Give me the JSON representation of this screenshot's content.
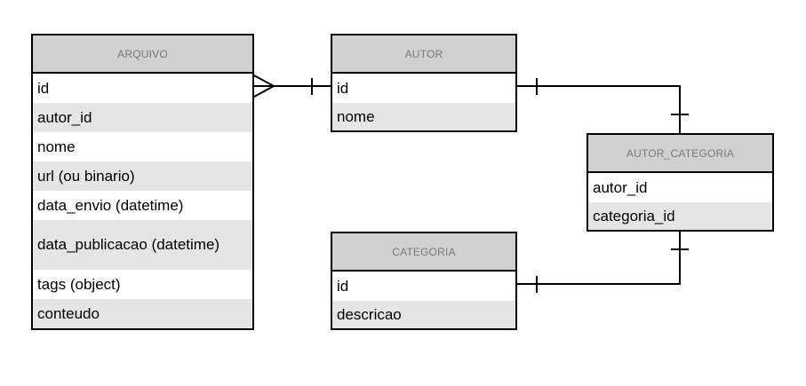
{
  "entities": {
    "arquivo": {
      "title": "ARQUIVO",
      "fields": [
        "id",
        "autor_id",
        "nome",
        "url (ou binario)",
        "data_envio (datetime)",
        "data_publicacao (datetime)",
        "tags (object)",
        "conteudo"
      ]
    },
    "autor": {
      "title": "AUTOR",
      "fields": [
        "id",
        "nome"
      ]
    },
    "autor_categoria": {
      "title": "AUTOR_CATEGORIA",
      "fields": [
        "autor_id",
        "categoria_id"
      ]
    },
    "categoria": {
      "title": "CATEGORIA",
      "fields": [
        "id",
        "descricao"
      ]
    }
  },
  "colors": {
    "header_bg": "#d0d0d0",
    "header_text": "#7a7a7a",
    "alt_row": "#e5e5e5",
    "line": "#000000"
  }
}
